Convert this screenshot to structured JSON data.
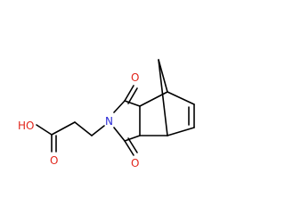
{
  "structure": {
    "atoms": {
      "acid_oh": {
        "text": "HO",
        "color": "#e1251b"
      },
      "acid_carbonyl_o": {
        "text": "O",
        "color": "#e1251b"
      },
      "nitrogen": {
        "text": "N",
        "color": "#2b2bd6"
      },
      "imide_o_top": {
        "text": "O",
        "color": "#e1251b"
      },
      "imide_o_bottom": {
        "text": "O",
        "color": "#e1251b"
      }
    },
    "bond_color": "#000000"
  }
}
